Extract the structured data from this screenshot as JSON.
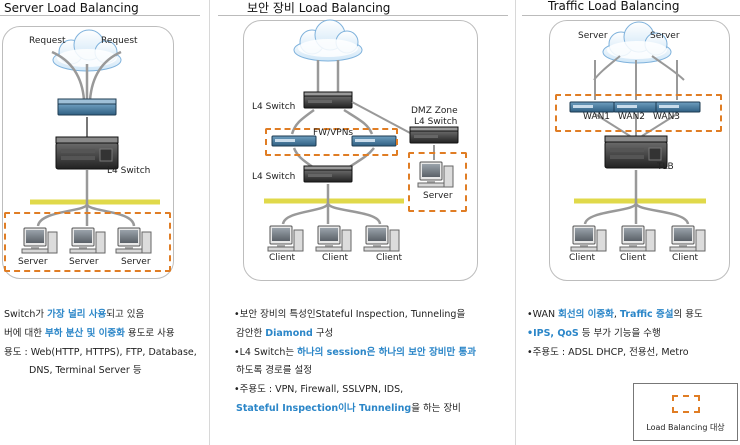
{
  "sections": {
    "server": {
      "title": "Server Load Balancing"
    },
    "security": {
      "title": "보안 장비 Load Balancing"
    },
    "traffic": {
      "title": "Traffic Load Balancing"
    }
  },
  "labels": {
    "request_left": "Request",
    "request_right": "Request",
    "slb_switch": "L4 Switch",
    "slb_server_1": "Server",
    "slb_server_2": "Server",
    "slb_server_3": "Server",
    "sec_l4_top": "L4 Switch",
    "sec_fw": "FW/VPNs",
    "sec_dmz": "DMZ Zone",
    "sec_dmz_l4": "L4 Switch",
    "sec_l4_bottom": "L4 Switch",
    "sec_server": "Server",
    "sec_client_1": "Client",
    "sec_client_2": "Client",
    "sec_client_3": "Client",
    "tlb_server_left": "Server",
    "tlb_server_right": "Server",
    "tlb_wan1": "WAN1",
    "tlb_wan2": "WAN2",
    "tlb_wan3": "WAN3",
    "tlb_switch": "TLB",
    "tlb_client_1": "Client",
    "tlb_client_2": "Client",
    "tlb_client_3": "Client"
  },
  "server_notes": {
    "line1_a": "Switch가 ",
    "line1_hl": "가장 널리 사용",
    "line1_b": "되고 있음",
    "line2_a": "버에 대한 ",
    "line2_hl": "부하 분산 및 이중화",
    "line2_b": " 용도로 사용",
    "line3": "용도 : Web(HTTP, HTTPS), FTP, Database,",
    "line4": "DNS, Terminal Server 등"
  },
  "security_notes": {
    "line1": "•보안 장비의 특성인Stateful Inspection, Tunneling을",
    "line2_a": "감안한 ",
    "line2_hl": "Diamond",
    "line2_b": " 구성",
    "line3_a": "•L4 Switch는 ",
    "line3_hl": "하나의 session은 하나의 보안 장비만 통과",
    "line4": "하도록 경로를 설정",
    "line5": "•주용도 : VPN, Firewall, SSLVPN, IDS,",
    "line6_hl": "Stateful Inspection이나 Tunneling",
    "line6_b": "을 하는 장비"
  },
  "traffic_notes": {
    "line1_a": "•WAN ",
    "line1_hl1": "회선의 이중화",
    "line1_sep": ", ",
    "line1_hl2": "Traffic 증설",
    "line1_b": "의 용도",
    "line2_hl": "•IPS, QoS",
    "line2_b": " 등 부가 기능을 수행",
    "line3": "•주용도 : ADSL DHCP, 전용선, Metro"
  },
  "legend": {
    "label": "Load Balancing 대상"
  },
  "colors": {
    "highlight": "#2b86c8",
    "dashed_box": "#e07d24",
    "network_bar": "#e0d94a"
  }
}
